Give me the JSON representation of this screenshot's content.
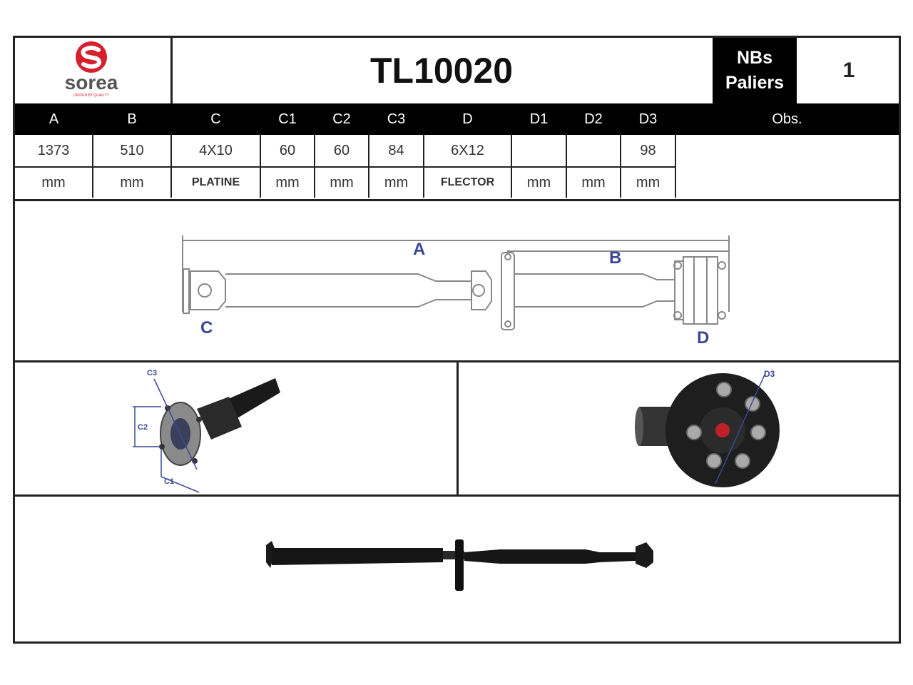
{
  "header": {
    "logo_text": "sorea",
    "logo_tagline": "DRIVEN BY QUALITY",
    "part_number": "TL10020",
    "nbs_label_line1": "NBs",
    "nbs_label_line2": "Paliers",
    "nbs_value": "1"
  },
  "specs": {
    "headers": [
      "A",
      "B",
      "C",
      "C1",
      "C2",
      "C3",
      "D",
      "D1",
      "D2",
      "D3",
      "Obs."
    ],
    "values": [
      "1373",
      "510",
      "4X10",
      "60",
      "60",
      "84",
      "6X12",
      "",
      "",
      "98",
      ""
    ],
    "units": [
      "mm",
      "mm",
      "PLATINE",
      "mm",
      "mm",
      "mm",
      "FLECTOR",
      "mm",
      "mm",
      "mm",
      ""
    ]
  },
  "diagram": {
    "label_a": "A",
    "label_b": "B",
    "label_c": "C",
    "label_d": "D"
  },
  "detail_left": {
    "label_c1": "C1",
    "label_c2": "C2",
    "label_c3": "C3"
  },
  "detail_right": {
    "label_d3": "D3"
  },
  "colors": {
    "label_blue": "#3b4796",
    "logo_red": "#d6202f"
  }
}
